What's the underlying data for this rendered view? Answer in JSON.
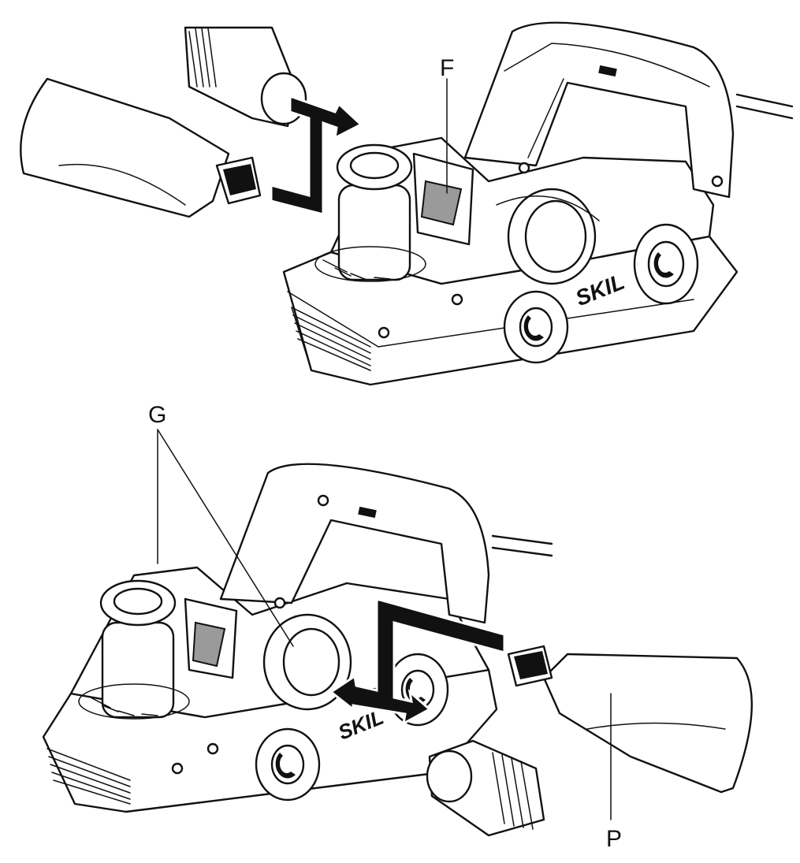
{
  "callouts": {
    "f": "F",
    "g": "G",
    "p": "P"
  },
  "brand": "SKIL",
  "colors": {
    "ink": "#111111",
    "paper": "#ffffff",
    "shade": "#9a9a9a"
  }
}
